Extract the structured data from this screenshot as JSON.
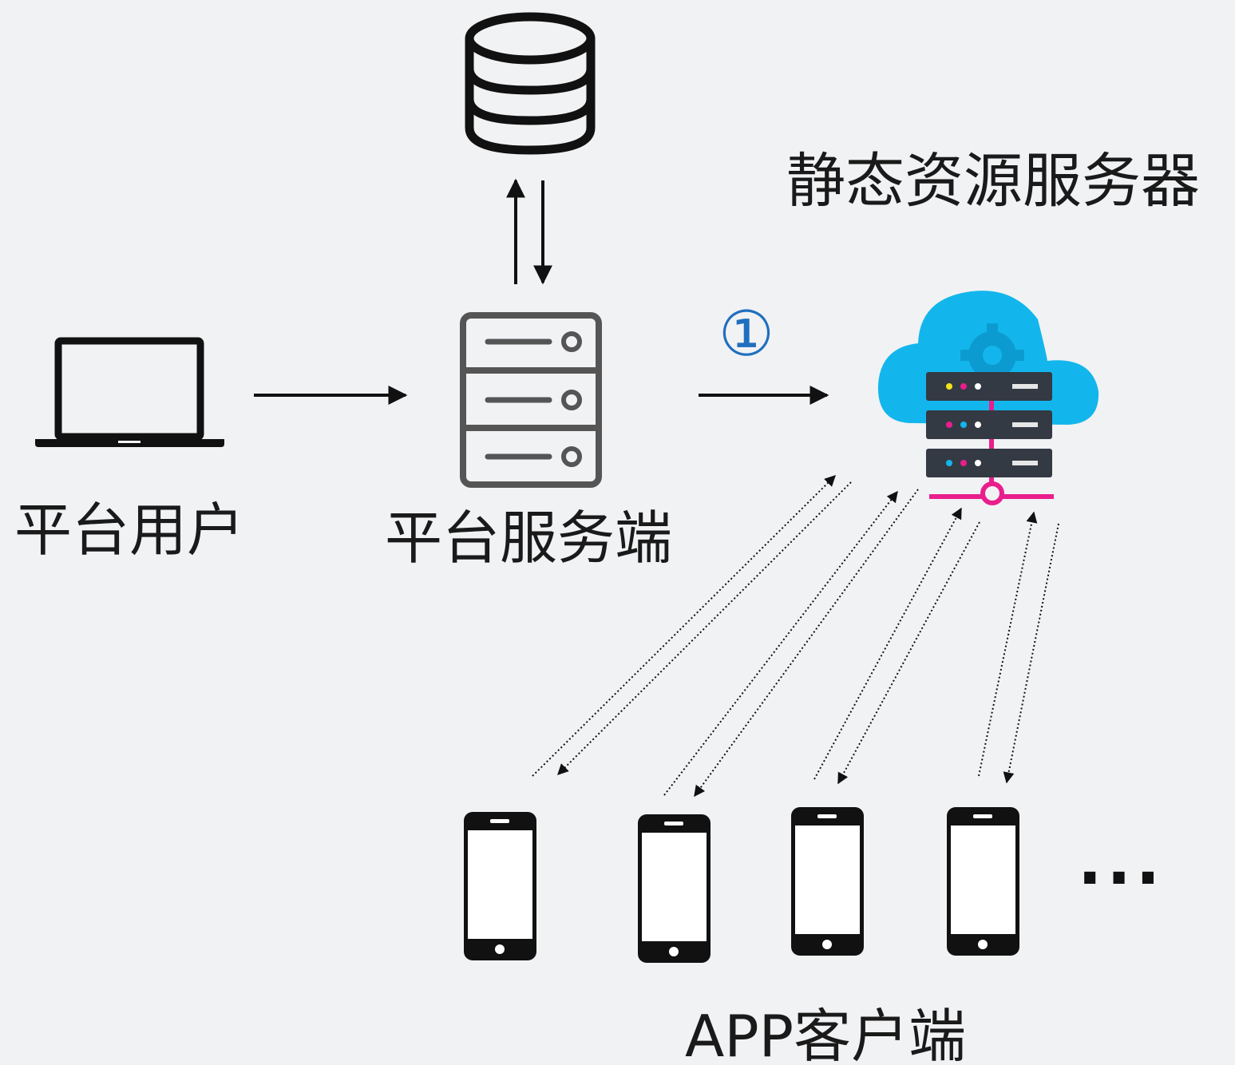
{
  "nodes": {
    "database": {
      "icon": "database-icon"
    },
    "platform_user": {
      "label": "平台用户",
      "icon": "laptop-icon"
    },
    "platform_server": {
      "label": "平台服务端",
      "icon": "server-rack-icon"
    },
    "static_server": {
      "label": "静态资源服务器",
      "icon": "cloud-server-icon"
    },
    "app_client": {
      "label": "APP客户端",
      "icon": "smartphone-icon",
      "more": "..."
    }
  },
  "edges": {
    "upload_step_marker": "①"
  },
  "colors": {
    "background": "#f1f2f4",
    "cloud": "#13b6ec",
    "server_unit": "#333a44",
    "network_accent": "#e91e8c",
    "step_marker": "#1f6fbf"
  }
}
